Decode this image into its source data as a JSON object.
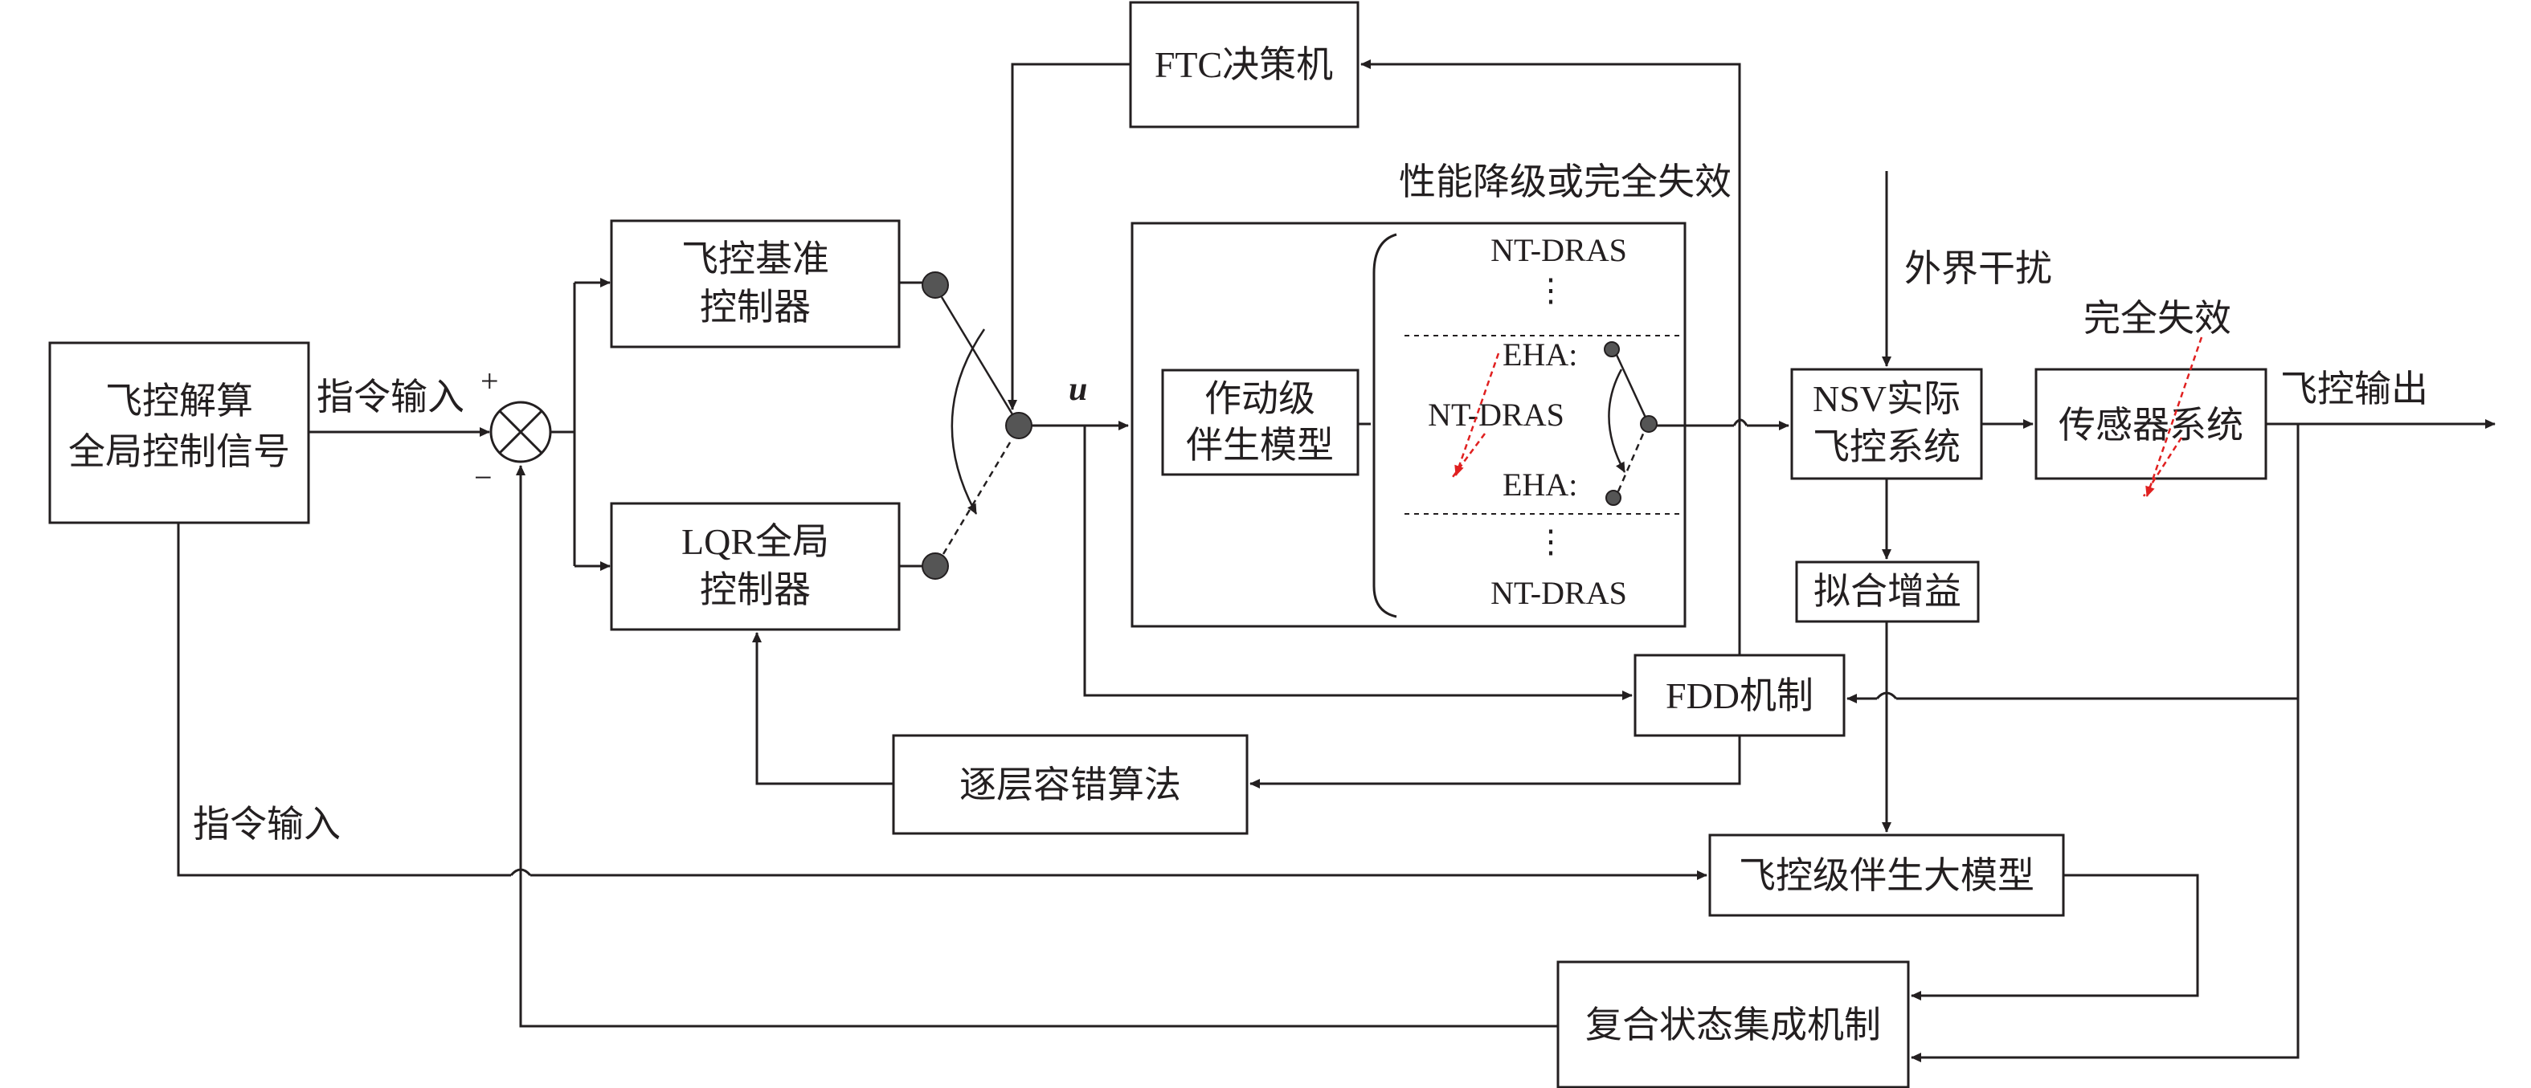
{
  "blocks": {
    "flight_solver": [
      "飞控解算",
      "全局控制信号"
    ],
    "baseline_controller": [
      "飞控基准",
      "控制器"
    ],
    "lqr_controller": [
      "LQR全局",
      "控制器"
    ],
    "ftc_decision": "FTC决策机",
    "actuator_model": [
      "作动级",
      "伴生模型"
    ],
    "nsv_system": [
      "NSV实际",
      "飞控系统"
    ],
    "sensor_system": "传感器系统",
    "fit_gain": "拟合增益",
    "fdd": "FDD机制",
    "layered_algorithm": "逐层容错算法",
    "flight_companion_model": "飞控级伴生大模型",
    "composite_state": "复合状态集成机制"
  },
  "labels": {
    "command_input_top": "指令输入",
    "command_input_bottom": "指令输入",
    "plus_sign": "+",
    "minus_sign": "−",
    "u_signal": "u",
    "degradation_title": "性能降级或完全失效",
    "external_disturbance": "外界干扰",
    "total_failure": "完全失效",
    "flight_output": "飞控输出",
    "ntdras_top": "NT-DRAS",
    "ntdras_mid": "NT-DRAS",
    "ntdras_bottom": "NT-DRAS",
    "eha_upper": "EHA:",
    "eha_lower": "EHA:",
    "vdots_top": "⋮",
    "vdots_bottom": "⋮"
  },
  "colors": {
    "line": "#231f20",
    "fault_mark": "#e02020"
  }
}
